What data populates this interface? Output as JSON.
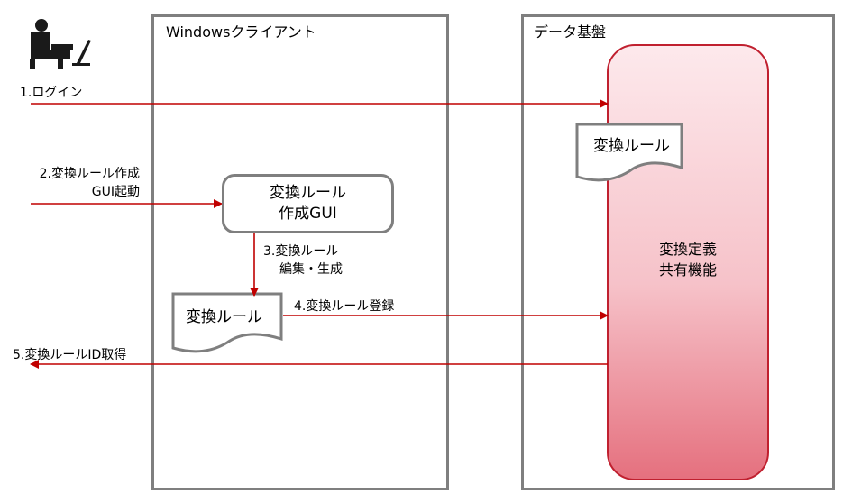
{
  "lanes": {
    "windows_client": "Windowsクライアント",
    "data_platform": "データ基盤"
  },
  "actor_icon": "user-at-computer-icon",
  "steps": {
    "step1": "1.ログイン",
    "step2_line1": "2.変換ルール作成",
    "step2_line2": "GUI起動",
    "step3_line1": "3.変換ルール",
    "step3_line2": "編集・生成",
    "step4": "4.変換ルール登録",
    "step5": "5.変換ルールID取得"
  },
  "gui_box": {
    "line1": "変換ルール",
    "line2": "作成GUI"
  },
  "client_document": "変換ルール",
  "platform_document": "変換ルール",
  "engine": {
    "line1": "変換定義",
    "line2": "共有機能"
  },
  "colors": {
    "arrow": "#c00000",
    "border": "#7f7f7f",
    "engine_top": "#fde9ec",
    "engine_bottom": "#e5707e",
    "engine_border": "#c0202f"
  }
}
